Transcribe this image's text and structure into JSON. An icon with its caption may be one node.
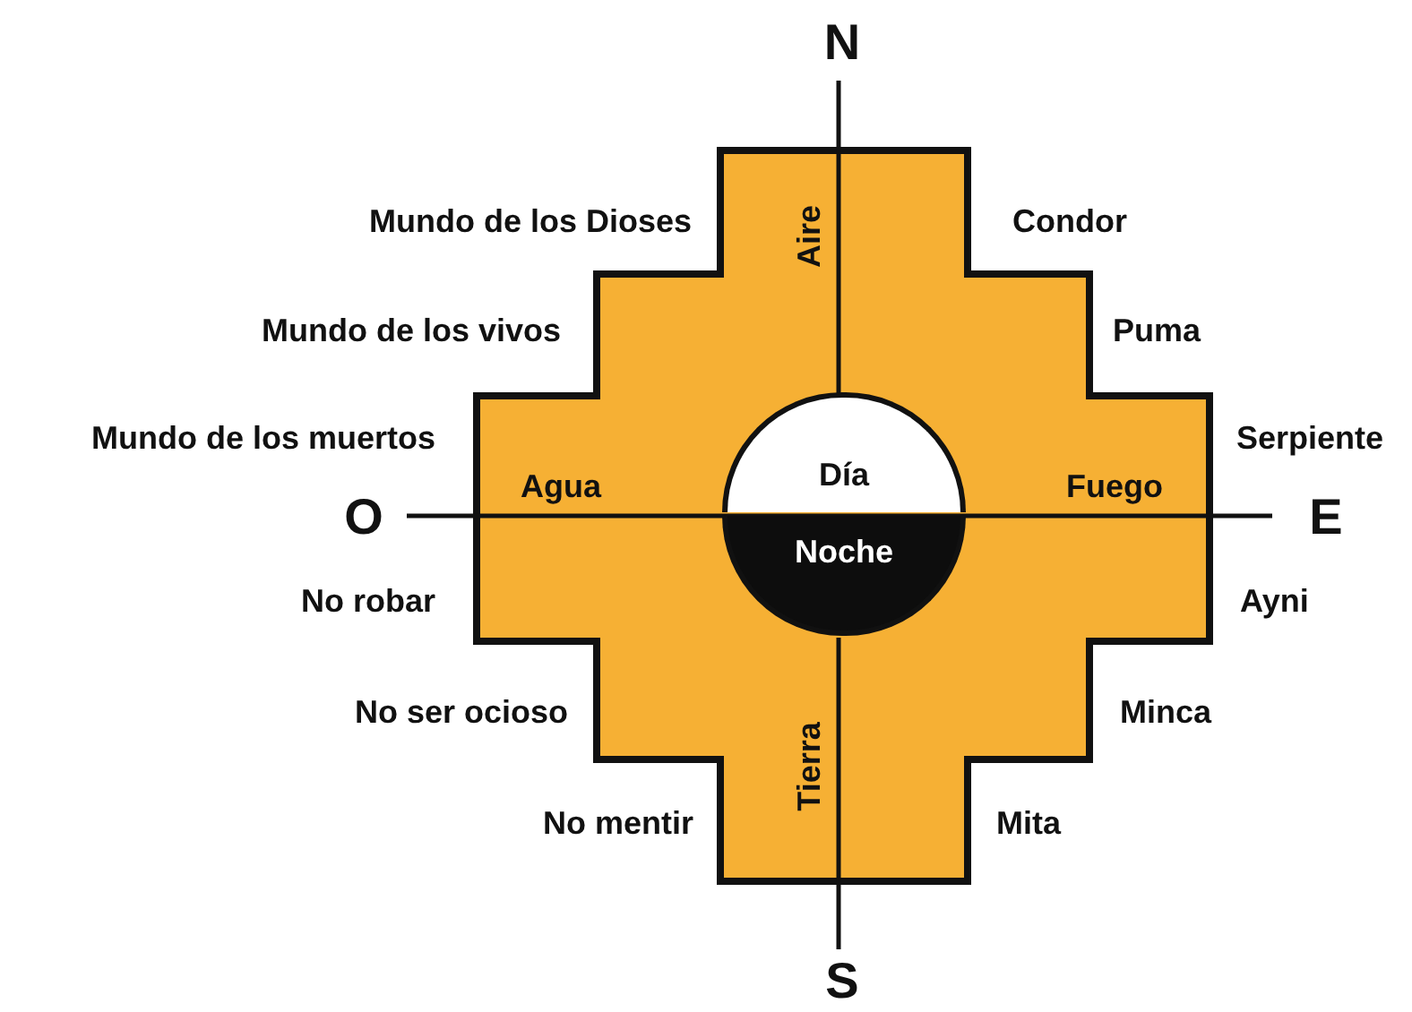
{
  "diagram": {
    "nodes": [
      {
        "text": [
          "Aire",
          "Agua",
          "Fuego",
          "Tierra"
        ]
      },
      {
        "text": [
          "Día"
        ],
        "in": 0
      },
      {
        "text": [
          "Noche"
        ],
        "in": 0
      }
    ],
    "labels": [
      "N",
      "Mundo de los Dioses",
      "Condor",
      "Mundo de los vivos",
      "Puma",
      "Mundo de los muertos",
      "Serpiente",
      "O",
      "E",
      "No robar",
      "Ayni",
      "No ser ocioso",
      "Minca",
      "No mentir",
      "Mita",
      "S"
    ]
  }
}
